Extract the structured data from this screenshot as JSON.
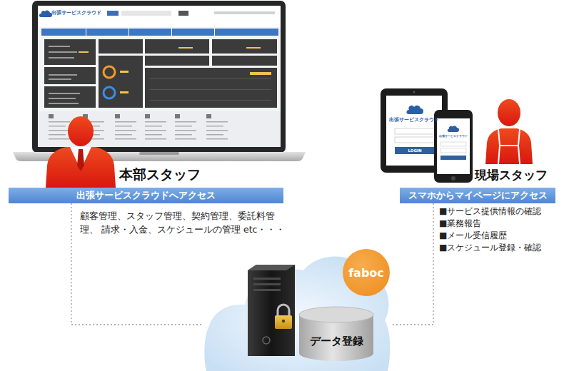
{
  "diagram": {
    "nodes": [
      {
        "text": [
          "出張サービスクラウドへアクセス"
        ]
      },
      {
        "text": [
          "スマホからマイページにアクセス"
        ]
      },
      {
        "text": [
          "データ登録"
        ]
      },
      {
        "text": [
          "faboc"
        ]
      }
    ],
    "edges": [
      {
        "from": 0,
        "to": 2,
        "arrow": "none"
      },
      {
        "from": 1,
        "to": 2,
        "arrow": "none"
      }
    ],
    "labels": [
      "出張サービスクラウド",
      "本部スタッフ",
      "顧客管理、スタッフ管理、契約管理、委託料管理、 請求・入金、スケジュールの管理 etc・・・",
      "出張サービスクラウド",
      "LOGIN",
      "出張サービスクラウド",
      "現場スタッフ",
      "■サービス提供情報の確認",
      "■業務報告",
      "■メール受信履歴",
      "■スケジュール登録・確認"
    ]
  }
}
